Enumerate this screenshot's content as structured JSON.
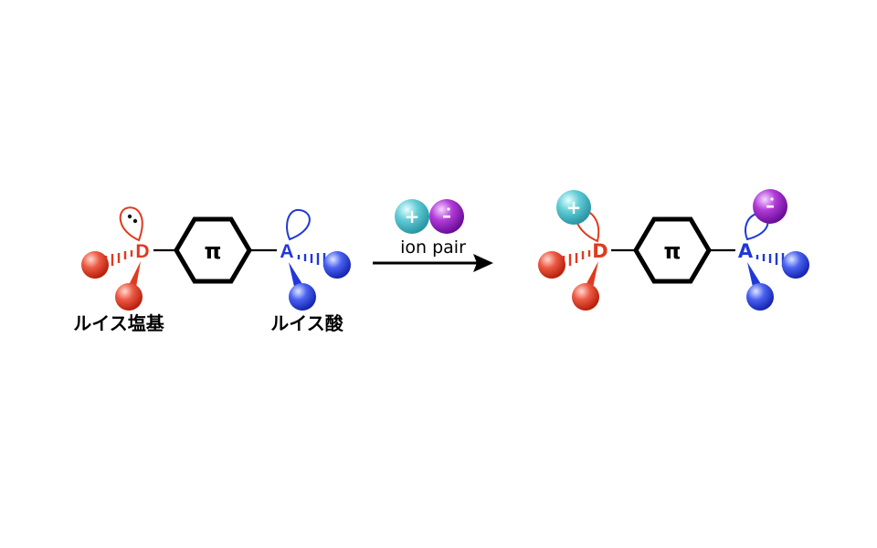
{
  "colors": {
    "donor": "#e03a1e",
    "acceptor": "#2038d8",
    "ring": "#000000",
    "cation": "#4fc4d0",
    "anion": "#a42bd0"
  },
  "left": {
    "donor_symbol": "D",
    "acceptor_symbol": "A",
    "pi_label": "π",
    "lewis_base_label": "ルイス塩基",
    "lewis_acid_label": "ルイス酸"
  },
  "arrow": {
    "cation_sign": "+",
    "anion_sign": "–",
    "caption": "ion pair"
  },
  "right": {
    "donor_symbol": "D",
    "acceptor_symbol": "A",
    "pi_label": "π",
    "cation_sign": "+",
    "anion_sign": "–"
  }
}
